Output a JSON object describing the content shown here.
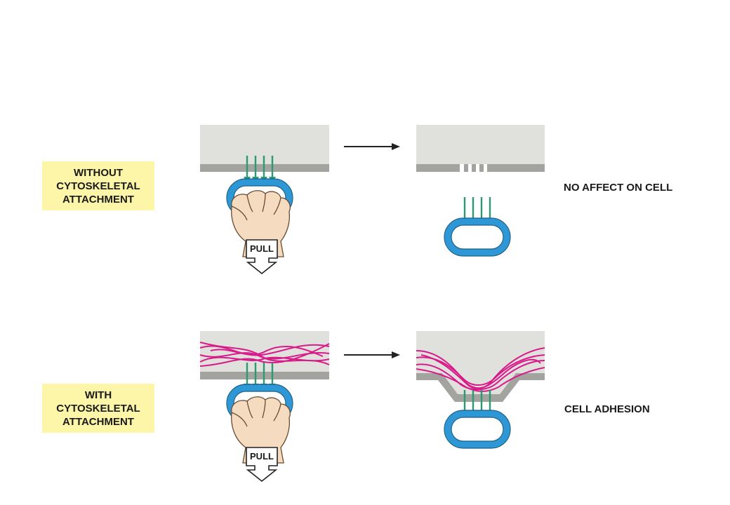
{
  "rows": [
    {
      "label_lines": [
        "WITHOUT",
        "CYTOSKELETAL",
        "ATTACHMENT"
      ],
      "pull_label": "PULL",
      "outcome": "NO AFFECT ON CELL"
    },
    {
      "label_lines": [
        "WITH",
        "CYTOSKELETAL",
        "ATTACHMENT"
      ],
      "pull_label": "PULL",
      "outcome": "CELL ADHESION"
    }
  ],
  "colors": {
    "label_background": "#fdf6a8",
    "cell_cortex": "#e0e1dd",
    "membrane": "#a3a4a0",
    "adhesion_protein": "#2b9a74",
    "binding_ring": "#2e97d6",
    "cytoskeleton": "#d81a8a",
    "hand": "#f5dcc0"
  }
}
